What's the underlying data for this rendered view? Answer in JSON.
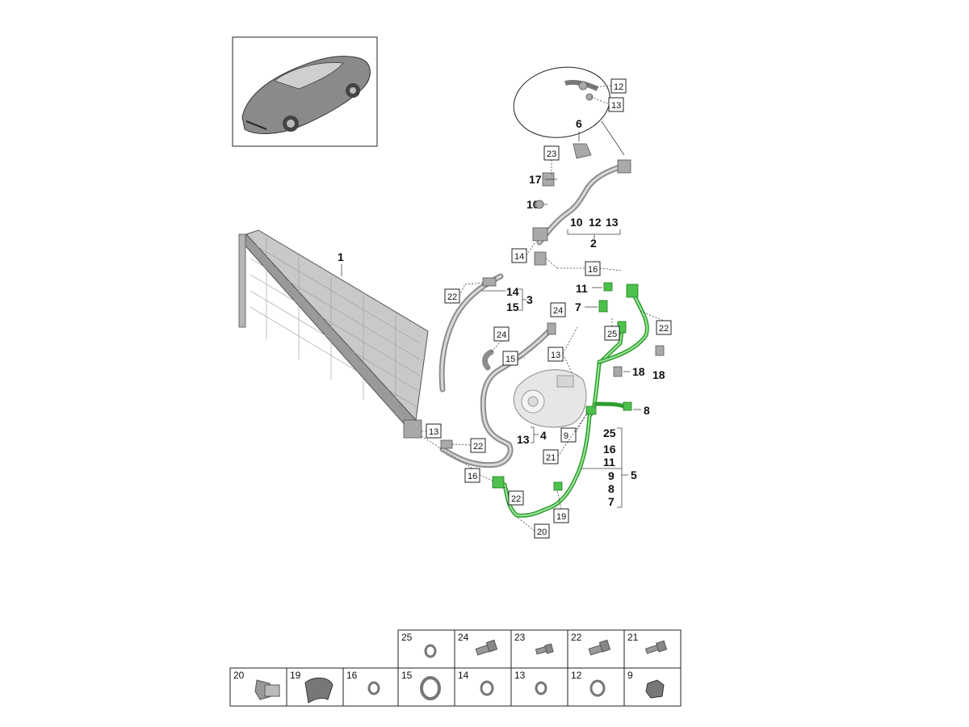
{
  "callouts": {
    "c1": "1",
    "c2": "2",
    "c3": "3",
    "c4": "4",
    "c5": "5",
    "c6": "6",
    "c7": "7",
    "c7b": "7",
    "c8": "8",
    "c10": "10",
    "c11": "11",
    "c17": "17",
    "c18a": "18",
    "c18b": "18",
    "c14b": "14",
    "c15b": "15",
    "c13b": "13",
    "grp2_a": "10",
    "grp2_b": "12",
    "grp2_c": "13",
    "grp5": [
      "25",
      "16",
      "11",
      "9",
      "8",
      "7"
    ]
  },
  "boxed": {
    "b12": "12",
    "b13top": "13",
    "b23": "23",
    "b14": "14",
    "b16top": "16",
    "b22a": "22",
    "b22b": "22",
    "b22c": "22",
    "b22d": "22",
    "b24a": "24",
    "b24b": "24",
    "b25": "25",
    "b15": "15",
    "b13mid": "13",
    "b13low": "13",
    "b16low": "16",
    "b9": "9",
    "b21": "21",
    "b19": "19",
    "b20": "20"
  },
  "parts_table": {
    "top_row": [
      "25",
      "24",
      "23",
      "22",
      "21"
    ],
    "bottom_row": [
      "20",
      "19",
      "16",
      "15",
      "14",
      "13",
      "12",
      "9"
    ]
  },
  "colors": {
    "highlight_pipe": "#2e9e2e",
    "grey_pipe": "#8d8d8d"
  },
  "icons": [
    "car-thumbnail-icon",
    "condenser-icon",
    "compressor-icon"
  ]
}
